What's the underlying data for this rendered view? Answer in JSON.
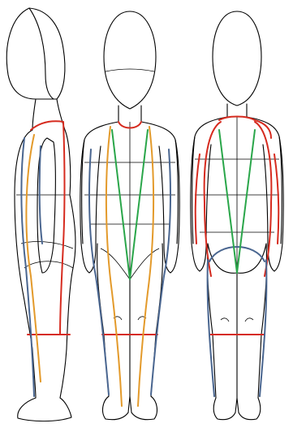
{
  "colors": {
    "outline": "#000000",
    "red": "#d62b1f",
    "blue": "#4a6690",
    "orange": "#e39a2b",
    "green": "#2aa64a",
    "background": "#ffffff"
  },
  "figures": [
    {
      "view": "side",
      "lines": [
        "red",
        "blue",
        "orange"
      ]
    },
    {
      "view": "front",
      "lines": [
        "red",
        "blue",
        "orange",
        "green"
      ]
    },
    {
      "view": "back",
      "lines": [
        "red",
        "blue",
        "green"
      ]
    }
  ]
}
